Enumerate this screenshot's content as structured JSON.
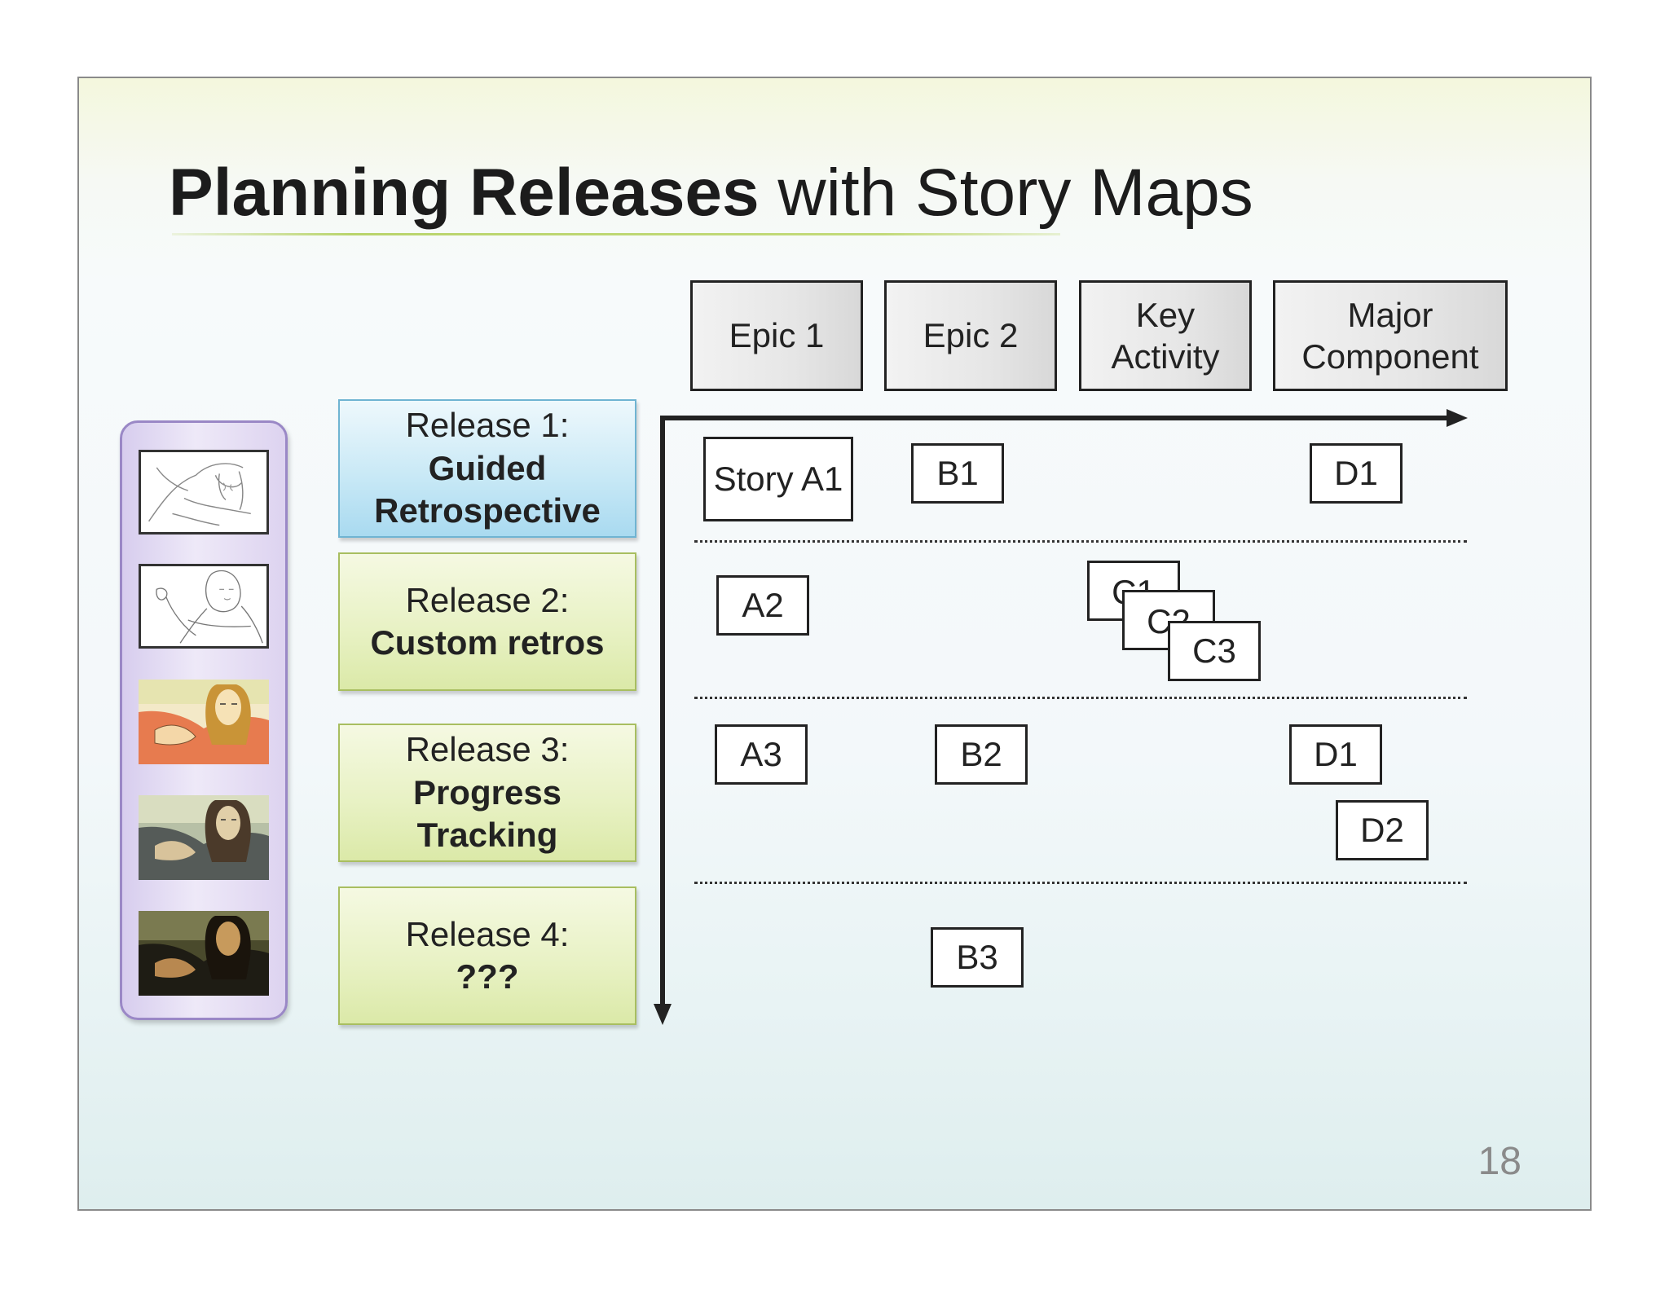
{
  "title": {
    "bold": "Planning Releases",
    "rest": " with Story Maps"
  },
  "headers": [
    {
      "label": "Epic 1"
    },
    {
      "label": "Epic 2"
    },
    {
      "label": "Key\nActivity"
    },
    {
      "label": "Major\nComponent"
    }
  ],
  "thumbnails": [
    {
      "icon": "sketch-outline-icon"
    },
    {
      "icon": "line-drawing-icon"
    },
    {
      "icon": "flat-color-portrait-icon"
    },
    {
      "icon": "muted-color-portrait-icon"
    },
    {
      "icon": "full-painting-portrait-icon"
    }
  ],
  "releases": [
    {
      "label": "Release 1:",
      "name": "Guided\nRetrospective",
      "active": true
    },
    {
      "label": "Release 2:",
      "name": "Custom retros",
      "active": false
    },
    {
      "label": "Release 3:",
      "name": "Progress Tracking",
      "active": false
    },
    {
      "label": "Release 4:",
      "name": "???",
      "active": false
    }
  ],
  "stories": {
    "a1": "Story A1",
    "b1": "B1",
    "d1_r1": "D1",
    "a2": "A2",
    "c1": "C1",
    "c2": "C2",
    "c3": "C3",
    "a3": "A3",
    "b2": "B2",
    "d1_r3": "D1",
    "d2": "D2",
    "b3": "B3"
  },
  "page_number": "18",
  "colors": {
    "release_active": "#a9daf0",
    "release_default": "#dbe9a8",
    "rail": "#d7cdee",
    "title_rule": "#b9d46c"
  }
}
